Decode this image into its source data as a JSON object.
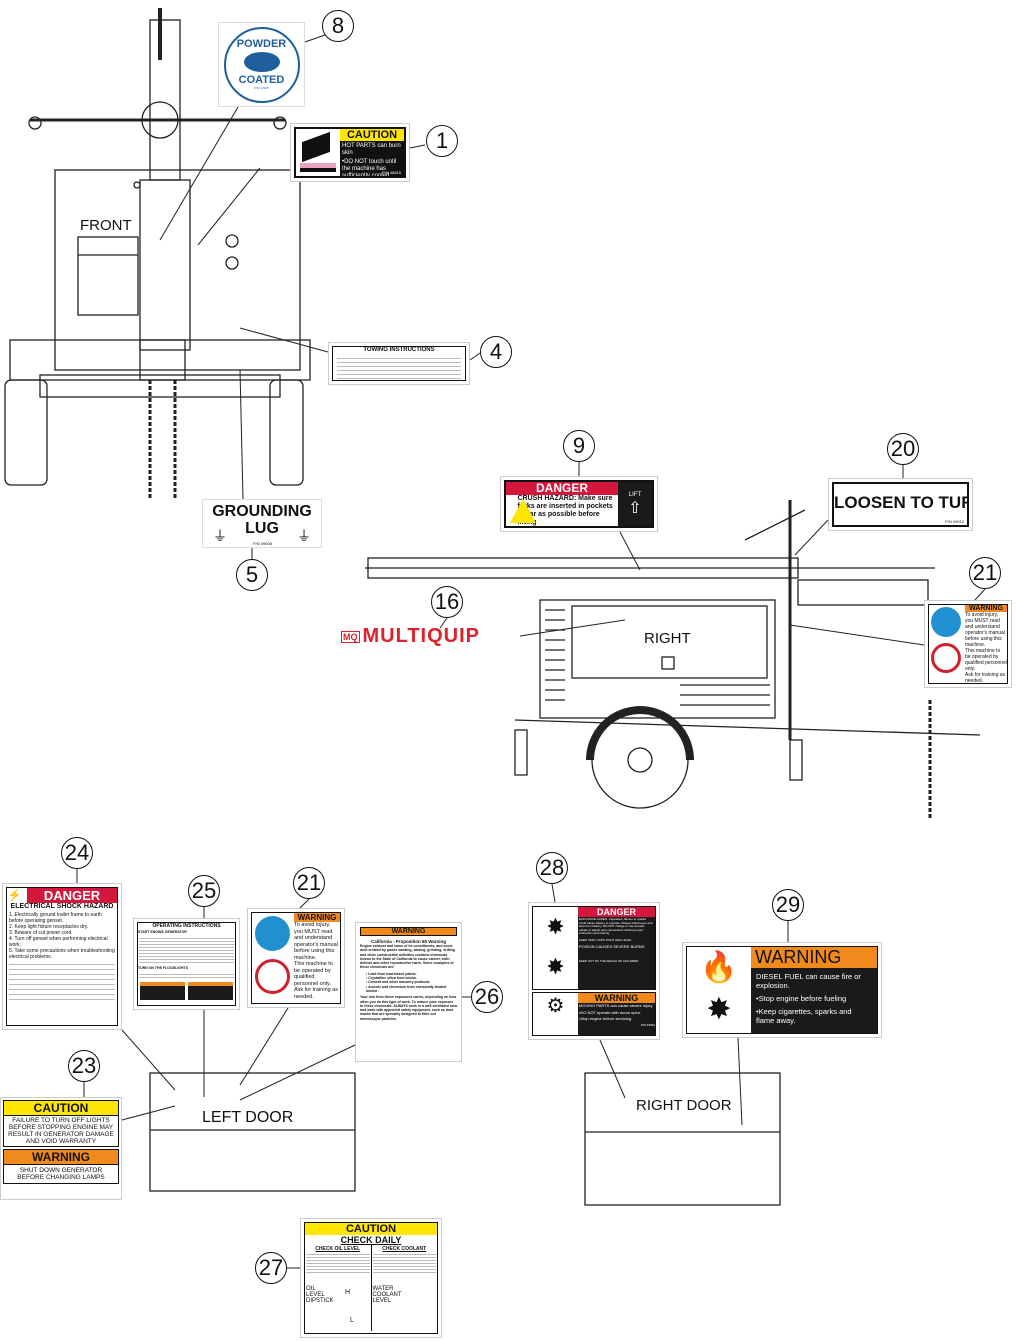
{
  "views": {
    "front": "FRONT",
    "right": "RIGHT",
    "left_door": "LEFT DOOR",
    "right_door": "RIGHT DOOR"
  },
  "callouts": {
    "c8": "8",
    "c1": "1",
    "c4": "4",
    "c5": "5",
    "c9": "9",
    "c20": "20",
    "c21a": "21",
    "c16": "16",
    "c24": "24",
    "c25": "25",
    "c21b": "21",
    "c26": "26",
    "c23": "23",
    "c28": "28",
    "c29": "29",
    "c27": "27"
  },
  "colors": {
    "caution": "#ffe600",
    "warning": "#f08a1c",
    "danger": "#d5173e",
    "powder_blue": "#1f5e9c"
  },
  "decals": {
    "powder_coated": {
      "top": "POWDER",
      "bottom": "COATED",
      "pn": "P/N 12345"
    },
    "hot_parts": {
      "header": "CAUTION",
      "line1": "HOT PARTS can burn skin",
      "line2": "•DO NOT touch until the machine has sufficiently cooled.",
      "pn": "P/N 48816"
    },
    "towing": {
      "header": "TOWING INSTRUCTIONS"
    },
    "grounding": {
      "line1": "GROUNDING",
      "line2": "LUG",
      "pn": "P/N 49008"
    },
    "crush": {
      "header": "DANGER",
      "text": "CRUSH HAZARD: Make sure forks are inserted in pockets as far as possible before lifting",
      "lift": "LIFT"
    },
    "loosen": {
      "text": "LOOSEN TO TURN",
      "pn": "P/N 49012"
    },
    "manual_warning": {
      "header": "WARNING",
      "p1": "To avoid injury, you MUST read and understand operator's manual before using this machine.",
      "p2": "This machine to be operated by qualified personnel only.",
      "p3": "Ask for training as needed."
    },
    "multiquip": {
      "mark": "MQ",
      "text": "MULTIQUIP"
    },
    "electrical": {
      "header": "DANGER",
      "title": "ELECTRICAL SHOCK HAZARD",
      "items": [
        "1. Electrically ground trailer frame to earth before operating genset.",
        "2. Keep light fixture receptacles dry.",
        "3. Beware of cut power cord.",
        "4. Turn off genset when performing electrical work.",
        "5. Take some precautions when troubleshooting electrical problems."
      ]
    },
    "operating": {
      "header": "OPERATING INSTRUCTIONS",
      "s1": "START ENGINE GENERATOR",
      "s2": "TURN ON THE FLOODLIGHTS"
    },
    "prop65": {
      "header": "WARNING",
      "title": "California - Proposition 65 Warning",
      "p1": "Engine exhaust and some of its constituents, and some dust created by power sanding, sawing, grinding, drilling and other construction activities contains chemicals known to the State of California to cause cancer, birth defects and other reproductive harm. Some examples of these chemicals are:",
      "items": [
        "• Lead from lead-based paints.",
        "• Crystalline silica from bricks.",
        "• Cement and other masonry products.",
        "• Arsenic and chromium from chemically treated lumber."
      ],
      "p2": "Your risk from these exposures varies, depending on how often you do this type of work. To reduce your exposure to these chemicals: ALWAYS work in a well ventilated area and work with approved safety equipment, such as dust masks that are specially designed to filter out microscopic particles."
    },
    "lights": {
      "caution_header": "CAUTION",
      "caution_text": "FAILURE TO TURN OFF LIGHTS BEFORE STOPPING ENGINE MAY RESULT IN GENERATOR DAMAGE AND VOID WARRANTY",
      "warning_header": "WARNING",
      "warning_text": "SHUT DOWN GENERATOR BEFORE CHANGING LAMPS"
    },
    "battery": {
      "danger_header": "DANGER",
      "d1": "EXPLOSIVE GASES. Cigarettes, flames or sparks could cause battery to explode. Always shield eyes and face from battery. DO NOT charge or use booster cables or adjust post connections without proper instruction and training.",
      "d2": "KEEP VENT CAPS TIGHT AND LEVEL",
      "d3": "POISON CAUSES SEVERE BURNS",
      "d4": "KEEP OUT OF THE REACH OF CHILDREN",
      "warning_header": "WARNING",
      "w1": "MOVING PARTS can cause severe injury.",
      "w2": "•DO NOT operate with doors open.",
      "w3": "•Stop engine before servicing.",
      "pn": "P/N 49022"
    },
    "diesel": {
      "header": "WARNING",
      "l1": "DIESEL FUEL can cause fire or explosion.",
      "l2": "•Stop engine before fueling",
      "l3": "•Keep cigarettes, sparks and flame away."
    },
    "check_daily": {
      "header": "CAUTION",
      "title": "CHECK DAILY",
      "oil_title": "CHECK OIL LEVEL",
      "coolant_title": "CHECK COOLANT",
      "oil_label": "OIL LEVEL DIPSTICK",
      "coolant_label": "WATER COOLANT LEVEL",
      "h": "H",
      "l": "L"
    }
  }
}
